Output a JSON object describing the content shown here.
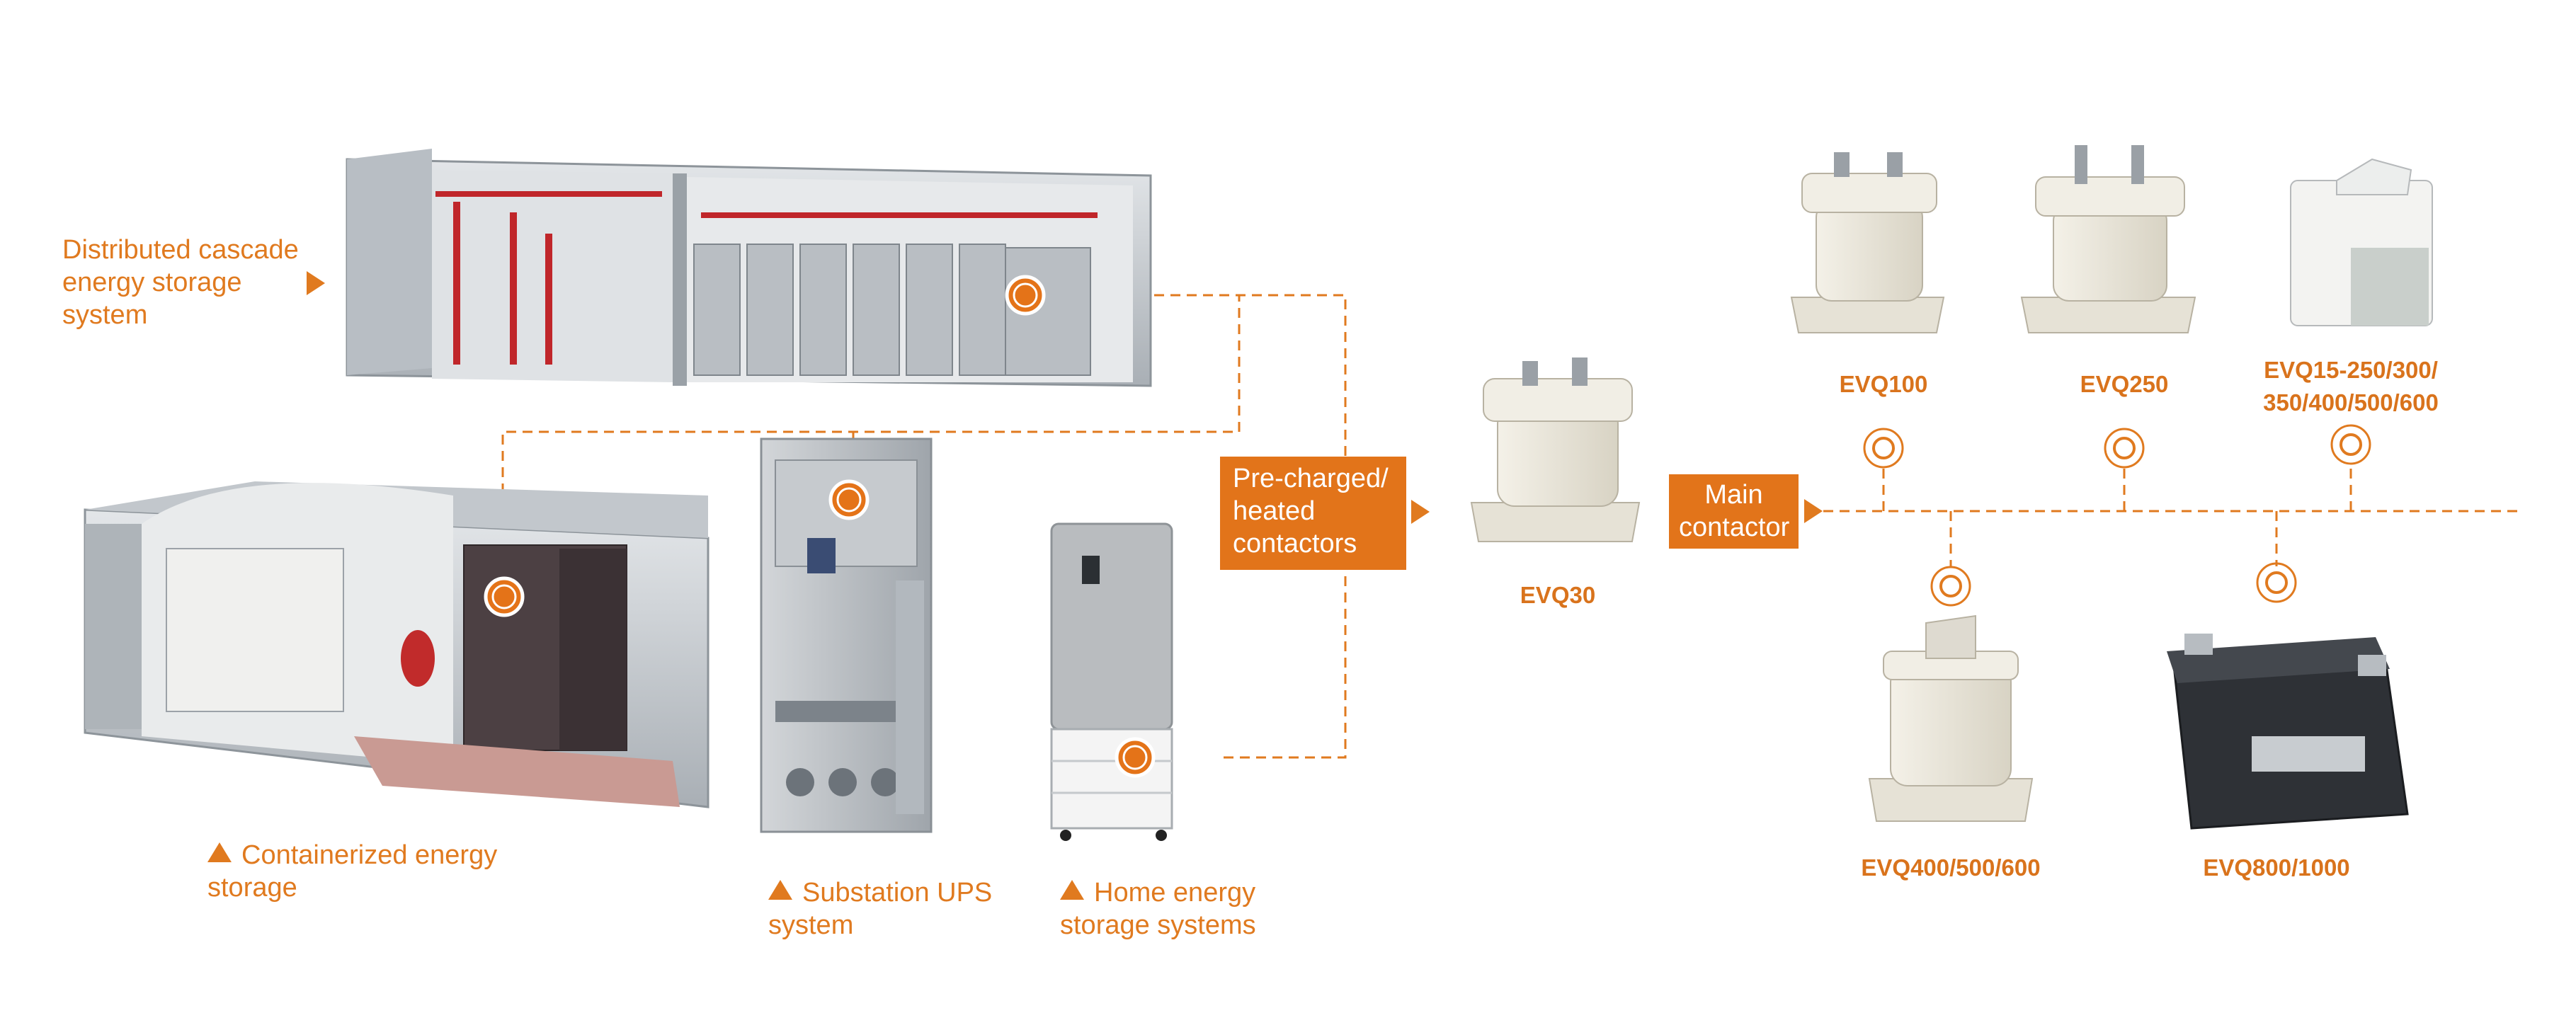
{
  "colors": {
    "accent": "#e07a1f",
    "box": "#e2741a",
    "metal": "#c7cbcf",
    "relay_body": "#ece8dc",
    "relay_dark": "#2e3136"
  },
  "applications": {
    "distributed": "Distributed cascade\nenergy storage\nsystem",
    "containerized": "Containerized energy\nstorage",
    "ups": "Substation UPS\nsystem",
    "home": "Home energy\nstorage systems"
  },
  "boxes": {
    "precharged": "Pre-charged/\nheated\ncontactors",
    "main": "Main\ncontactor"
  },
  "products": {
    "evq30": "EVQ30",
    "evq100": "EVQ100",
    "evq250": "EVQ250",
    "evq15": "EVQ15-250/300/\n350/400/500/600",
    "evq400": "EVQ400/500/600",
    "evq800": "EVQ800/1000"
  },
  "icons": [
    "triangle-up-marker-icon",
    "triangle-right-arrow-icon",
    "target-marker-icon"
  ]
}
